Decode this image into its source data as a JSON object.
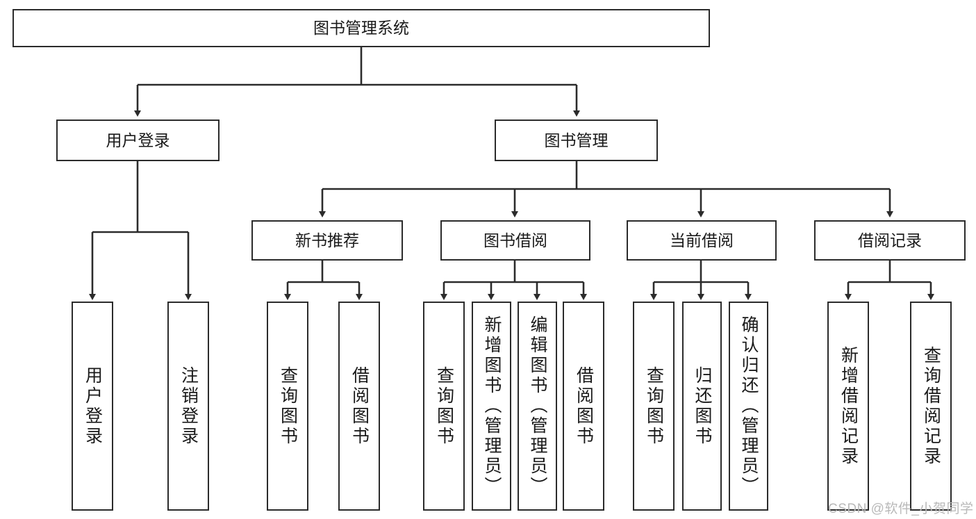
{
  "diagram": {
    "title": "图书管理系统",
    "type": "hierarchy-tree",
    "orientation": "top-down",
    "colors": {
      "box_stroke": "#2b2b2b",
      "box_fill": "#ffffff",
      "edge": "#2b2b2b",
      "text": "#1a1a1a",
      "watermark": "#b9b9b9",
      "background": "#ffffff"
    }
  },
  "root": {
    "label": "图书管理系统"
  },
  "level2": [
    {
      "label": "用户登录"
    },
    {
      "label": "图书管理"
    }
  ],
  "level3": [
    {
      "label": "新书推荐"
    },
    {
      "label": "图书借阅"
    },
    {
      "label": "当前借阅"
    },
    {
      "label": "借阅记录"
    }
  ],
  "leaves": {
    "user_login": [
      {
        "label": "用户登录"
      },
      {
        "label": "注销登录"
      }
    ],
    "new_book_recommend": [
      {
        "label": "查询图书"
      },
      {
        "label": "借阅图书"
      }
    ],
    "book_borrow": [
      {
        "label": "查询图书"
      },
      {
        "label": "新增图书（管理员）"
      },
      {
        "label": "编辑图书（管理员）"
      },
      {
        "label": "借阅图书"
      }
    ],
    "current_borrow": [
      {
        "label": "查询图书"
      },
      {
        "label": "归还图书"
      },
      {
        "label": "确认归还（管理员）"
      }
    ],
    "borrow_record": [
      {
        "label": "新增借阅记录"
      },
      {
        "label": "查询借阅记录"
      }
    ]
  },
  "watermark": {
    "text": "CSDN @软件_小贺同学"
  }
}
